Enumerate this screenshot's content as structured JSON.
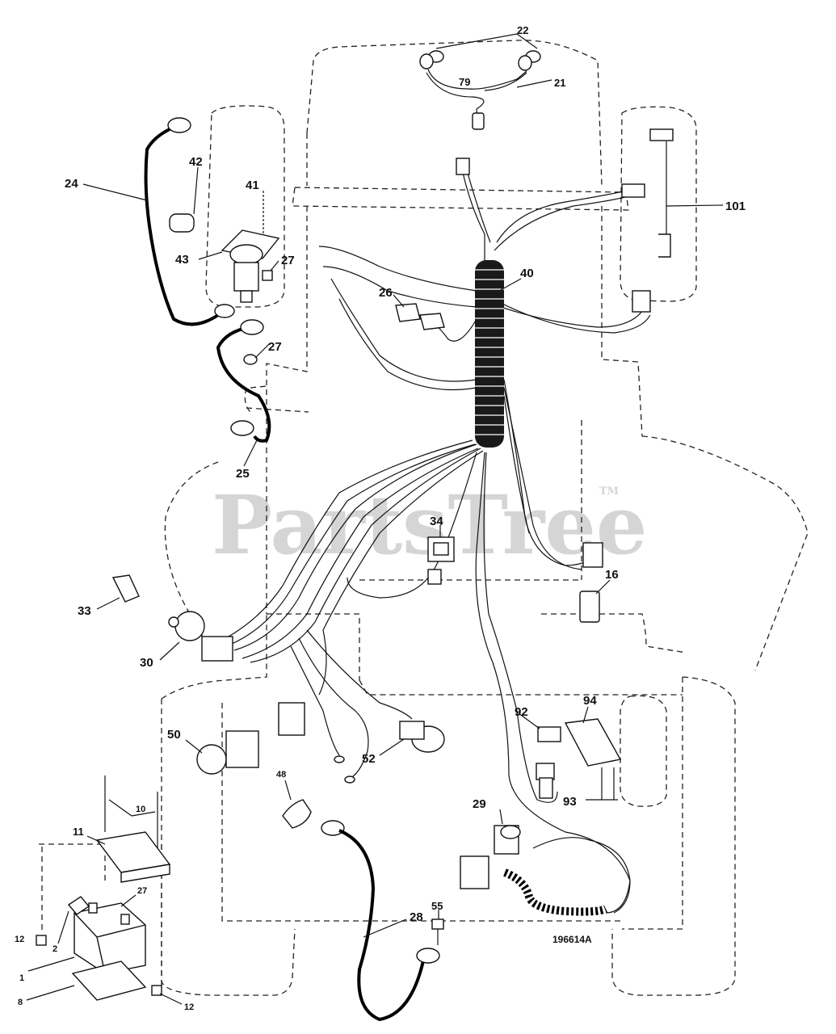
{
  "watermark": {
    "brand": "PartsTree",
    "tm": "TM"
  },
  "diagram_code": "196614A",
  "labels": {
    "l22": "22",
    "l79": "79",
    "l21": "21",
    "l101": "101",
    "l24": "24",
    "l42": "42",
    "l41": "41",
    "l43": "43",
    "l27a": "27",
    "l27b": "27",
    "l27c": "27",
    "l26": "26",
    "l40": "40",
    "l25": "25",
    "l34": "34",
    "l16": "16",
    "l33": "33",
    "l30": "30",
    "l50": "50",
    "l52": "52",
    "l48": "48",
    "l92": "92",
    "l94": "94",
    "l93": "93",
    "l29": "29",
    "l10": "10",
    "l11": "11",
    "l28": "28",
    "l55": "55",
    "l12a": "12",
    "l12b": "12",
    "l2": "2",
    "l1": "1",
    "l8": "8"
  }
}
